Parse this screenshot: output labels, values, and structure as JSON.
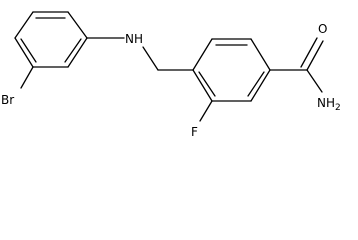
{
  "diagram": {
    "type": "chemical-structure",
    "atoms": {
      "bromine": "Br",
      "amine_nh": "NH",
      "fluorine": "F",
      "carbonyl_oxygen": "O",
      "amide_n": "NH",
      "amide_subscript": "2"
    }
  }
}
